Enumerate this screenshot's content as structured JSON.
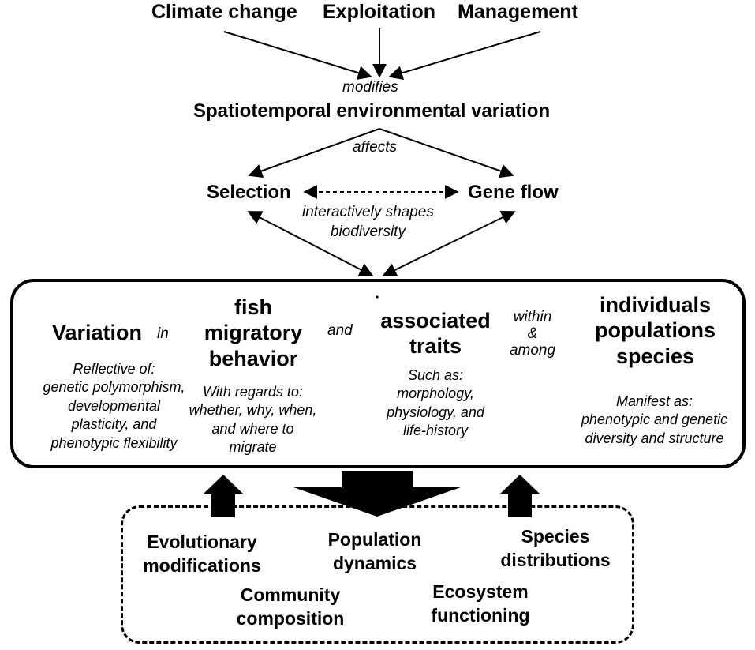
{
  "drivers": [
    "Climate change",
    "Exploitation",
    "Management"
  ],
  "modifies": "modifies",
  "variation_title": "Spatiotemporal environmental variation",
  "affects": "affects",
  "selection": "Selection",
  "gene_flow": "Gene flow",
  "interaction": [
    "interactively shapes",
    "biodiversity"
  ],
  "box": {
    "variation": "Variation",
    "in": "in",
    "variation_note": [
      "Reflective of:",
      "genetic polymorphism,",
      "developmental",
      "plasticity, and",
      "phenotypic flexibility"
    ],
    "behavior": [
      "fish",
      "migratory",
      "behavior"
    ],
    "behavior_note": [
      "With regards to:",
      "whether, why, when,",
      "and where to",
      "migrate"
    ],
    "and": "and",
    "traits": [
      "associated",
      "traits"
    ],
    "traits_note": [
      "Such as:",
      "morphology,",
      "physiology, and",
      "life-history"
    ],
    "within_among": [
      "within",
      "&",
      "among"
    ],
    "levels": [
      "individuals",
      "populations",
      "species"
    ],
    "levels_note": [
      "Manifest as:",
      "phenotypic and genetic",
      "diversity and structure"
    ]
  },
  "outcomes": {
    "evolutionary": [
      "Evolutionary",
      "modifications"
    ],
    "population": [
      "Population",
      "dynamics"
    ],
    "species": [
      "Species",
      "distributions"
    ],
    "community": [
      "Community",
      "composition"
    ],
    "ecosystem": [
      "Ecosystem",
      "functioning"
    ]
  }
}
